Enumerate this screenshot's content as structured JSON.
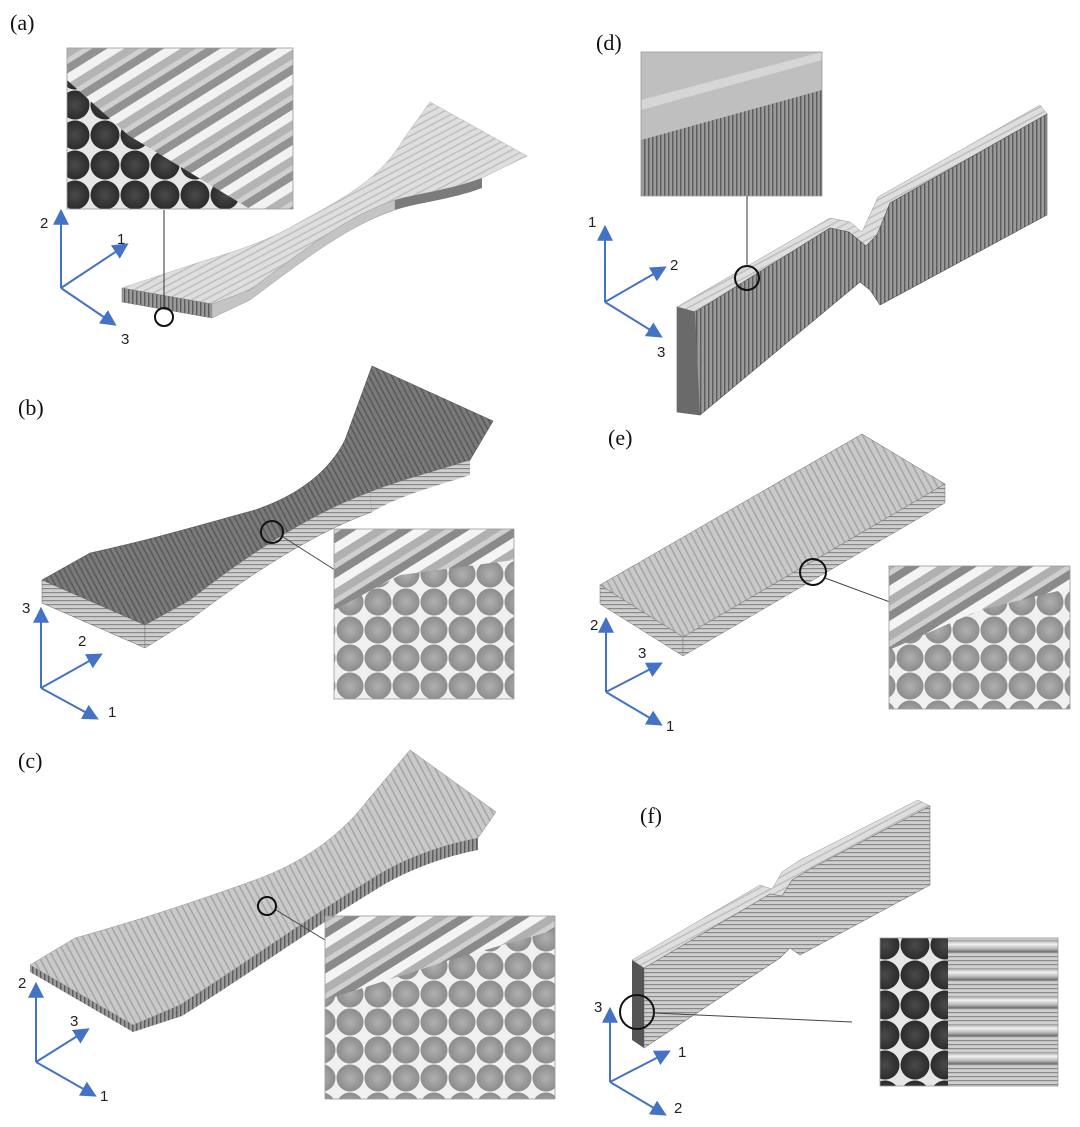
{
  "panels": [
    {
      "label": "(a)",
      "axes": [
        "2",
        "1",
        "3"
      ]
    },
    {
      "label": "(b)",
      "axes": [
        "3",
        "2",
        "1"
      ]
    },
    {
      "label": "(c)",
      "axes": [
        "2",
        "3",
        "1"
      ]
    },
    {
      "label": "(d)",
      "axes": [
        "1",
        "2",
        "3"
      ]
    },
    {
      "label": "(e)",
      "axes": [
        "2",
        "3",
        "1"
      ]
    },
    {
      "label": "(f)",
      "axes": [
        "3",
        "1",
        "2"
      ]
    }
  ],
  "colors": {
    "axis": "#4472c4",
    "specimen_light": "#d9d9d9",
    "specimen_dark": "#6f6f6f",
    "fiber_dark": "#3a3a3a",
    "fiber_light": "#b8b8b8"
  }
}
